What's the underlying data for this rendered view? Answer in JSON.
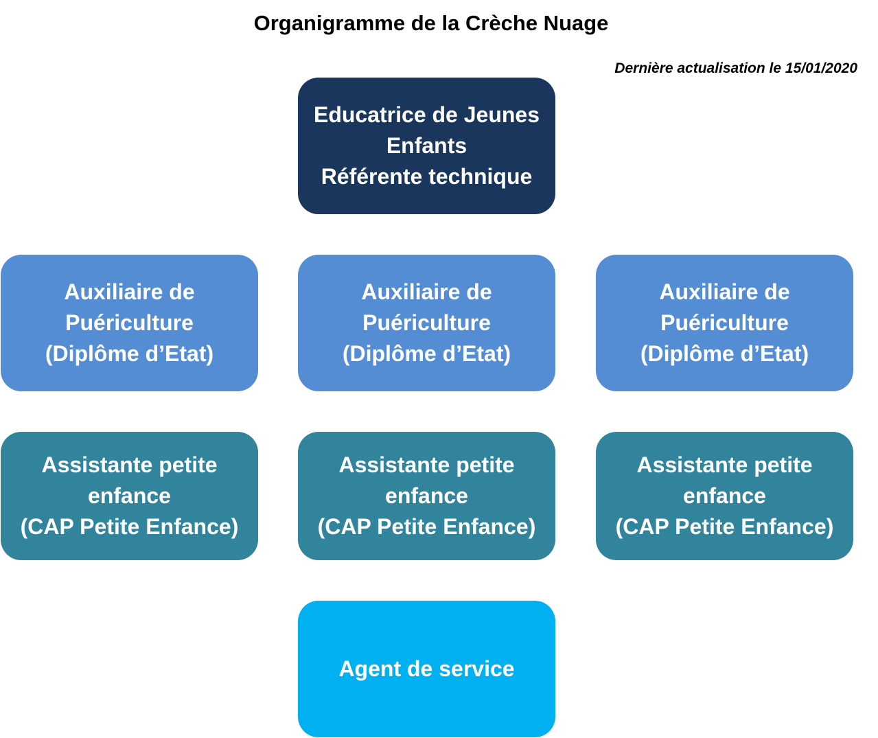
{
  "title": "Organigramme de la Crèche Nuage",
  "last_update": "Dernière actualisation le 15/01/2020",
  "colors": {
    "director": "#1b365d",
    "auxiliaire": "#548dd4",
    "assistante": "#31849b",
    "agent": "#00b0f0",
    "text": "#ffffff"
  },
  "director": {
    "lines": [
      "Educatrice de Jeunes",
      "Enfants",
      "Référente technique"
    ]
  },
  "auxiliaires": [
    {
      "lines": [
        "Auxiliaire de",
        "Puériculture",
        "(Diplôme d’Etat)"
      ]
    },
    {
      "lines": [
        "Auxiliaire de",
        "Puériculture",
        "(Diplôme d’Etat)"
      ]
    },
    {
      "lines": [
        "Auxiliaire de",
        "Puériculture",
        "(Diplôme d’Etat)"
      ]
    }
  ],
  "assistantes": [
    {
      "lines": [
        "Assistante petite",
        "enfance",
        "(CAP Petite Enfance)"
      ]
    },
    {
      "lines": [
        "Assistante petite",
        "enfance",
        "(CAP Petite Enfance)"
      ]
    },
    {
      "lines": [
        "Assistante petite",
        "enfance",
        "(CAP Petite Enfance)"
      ]
    }
  ],
  "agent": {
    "lines": [
      "Agent de service"
    ]
  }
}
